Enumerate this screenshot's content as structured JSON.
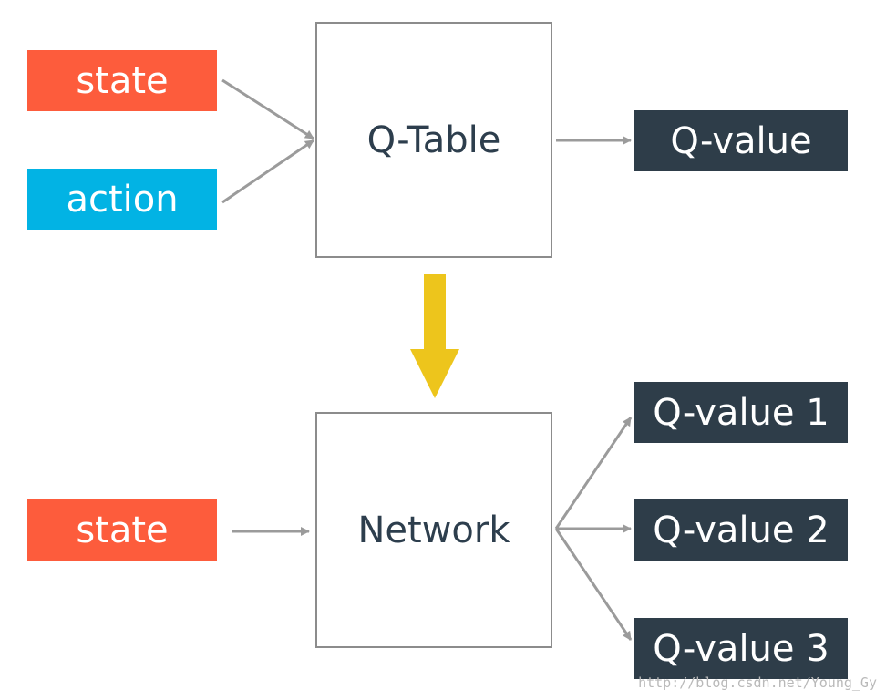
{
  "diagram": {
    "top": {
      "input_state": "state",
      "input_action": "action",
      "process": "Q-Table",
      "output": "Q-value"
    },
    "bottom": {
      "input_state": "state",
      "process": "Network",
      "outputs": [
        "Q-value 1",
        "Q-value 2",
        "Q-value 3"
      ]
    }
  },
  "watermark": "http://blog.csdn.net/Young_Gy",
  "colors": {
    "state": "#fd5c3c",
    "action": "#02b3e4",
    "output": "#2e3d49",
    "box_border": "#8c8c8c",
    "arrow": "#9b9b9b",
    "transition_arrow": "#edc51c",
    "box_text": "#2d3e4d"
  }
}
